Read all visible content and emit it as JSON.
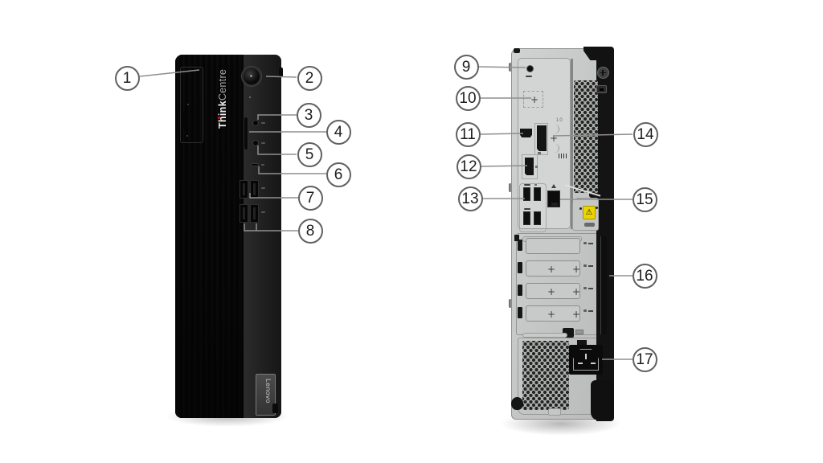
{
  "front_view": {
    "brand": {
      "bold": "Think",
      "regular": "Centre"
    },
    "badge": "Lenovo",
    "callouts": {
      "c1": "1",
      "c2": "2",
      "c3": "3",
      "c4": "4",
      "c5": "5",
      "c6": "6",
      "c7": "7",
      "c8": "8"
    }
  },
  "rear_view": {
    "callouts": {
      "c9": "9",
      "c10": "10",
      "c11": "11",
      "c12": "12",
      "c13": "13",
      "c14": "14",
      "c15": "15",
      "c16": "16",
      "c17": "17"
    },
    "markings": {
      "plus": "+",
      "port_id": "10",
      "warning": "⚠"
    }
  },
  "colors": {
    "callout_border": "#616161",
    "leader_line": "#8f8f8f",
    "warning_yellow": "#ecd400",
    "brand_red": "#e1140a",
    "chassis_black": "#1d1d1d",
    "rear_gray": "#c6c8c7"
  }
}
